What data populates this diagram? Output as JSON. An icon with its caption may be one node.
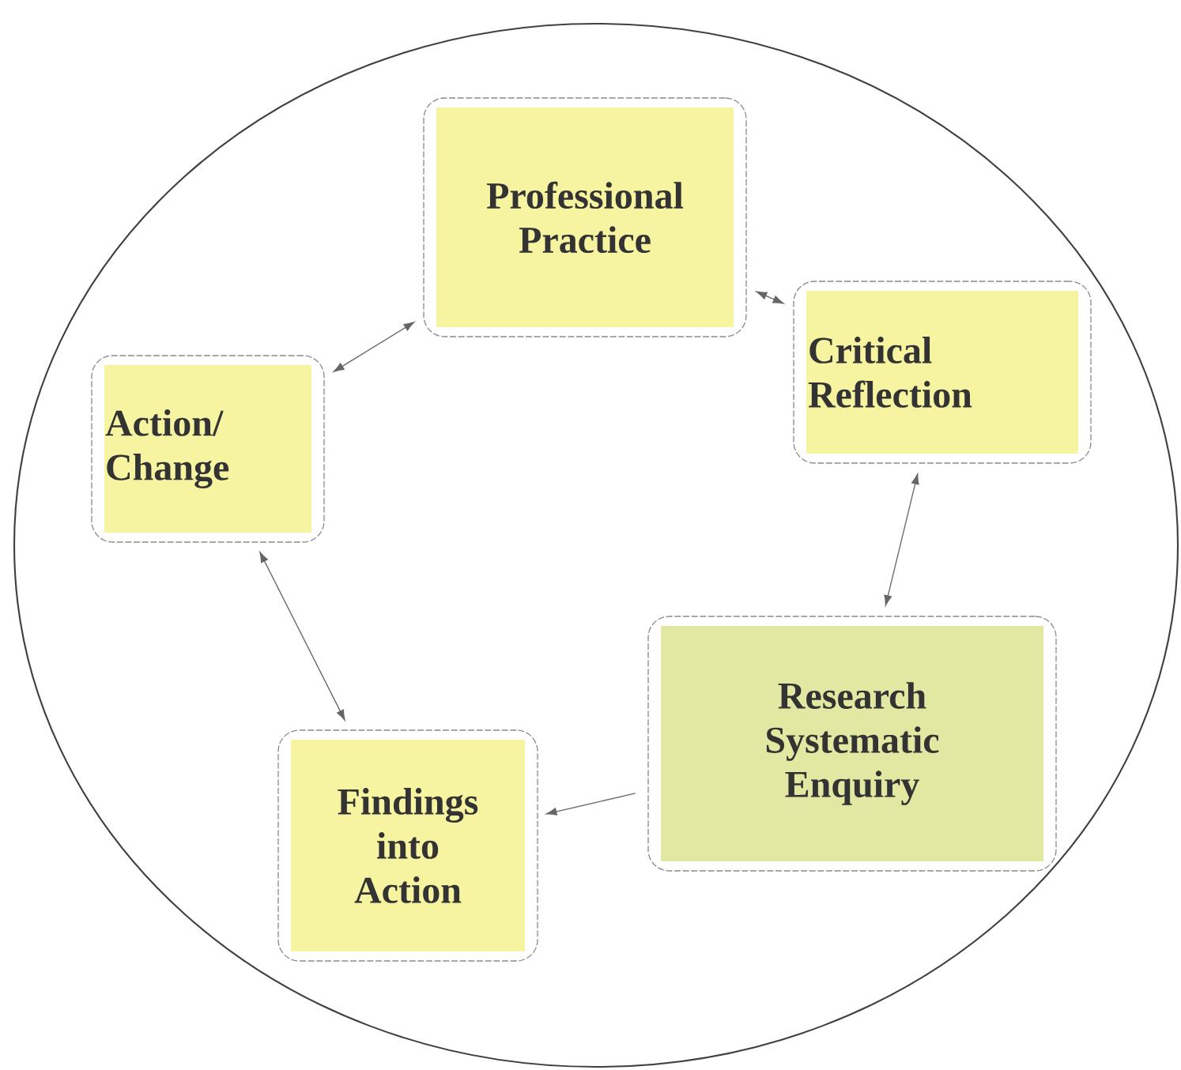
{
  "diagram": {
    "nodes": [
      {
        "text": [
          "Professional Practice"
        ]
      },
      {
        "text": [
          "Critical Reflection"
        ]
      },
      {
        "text": [
          "Research Systematic Enquiry"
        ]
      },
      {
        "text": [
          "Findings into Action"
        ]
      },
      {
        "text": [
          "Action/ Change"
        ]
      }
    ],
    "edges": [
      {
        "from": 0,
        "to": 1,
        "arrow": "both"
      },
      {
        "from": 1,
        "to": 2,
        "arrow": "both"
      },
      {
        "from": 2,
        "to": 3,
        "arrow": "to"
      },
      {
        "from": 3,
        "to": 4,
        "arrow": "both"
      },
      {
        "from": 4,
        "to": 0,
        "arrow": "both"
      }
    ]
  }
}
